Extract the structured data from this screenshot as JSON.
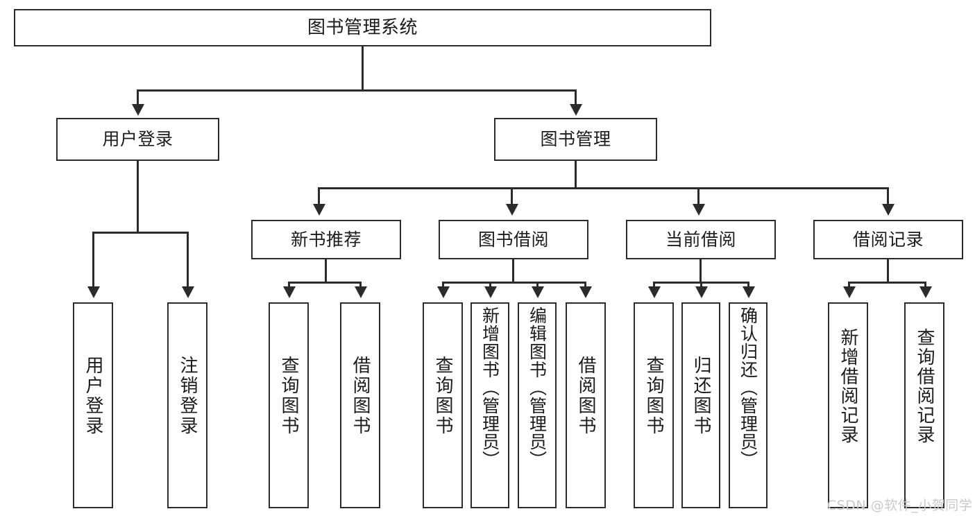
{
  "diagram": {
    "title": "图书管理系统",
    "type": "hierarchy-tree",
    "root": {
      "label": "图书管理系统"
    },
    "level1": [
      {
        "label": "用户登录"
      },
      {
        "label": "图书管理"
      }
    ],
    "level2": [
      {
        "label": "新书推荐"
      },
      {
        "label": "图书借阅"
      },
      {
        "label": "当前借阅"
      },
      {
        "label": "借阅记录"
      }
    ],
    "leaves": {
      "user_login": [
        {
          "label": "用户登录"
        },
        {
          "label": "注销登录"
        }
      ],
      "new_book_recommend": [
        {
          "label": "查询图书"
        },
        {
          "label": "借阅图书"
        }
      ],
      "book_borrow": [
        {
          "label": "查询图书"
        },
        {
          "label": "新增图书（管理员）"
        },
        {
          "label": "编辑图书（管理员）"
        },
        {
          "label": "借阅图书"
        }
      ],
      "current_borrow": [
        {
          "label": "查询图书"
        },
        {
          "label": "归还图书"
        },
        {
          "label": "确认归还（管理员）"
        }
      ],
      "borrow_record": [
        {
          "label": "新增借阅记录"
        },
        {
          "label": "查询借阅记录"
        }
      ]
    }
  },
  "watermark": {
    "text": "CSDN @软件_小贺同学"
  },
  "colors": {
    "stroke": "#2b2b2b",
    "background": "#ffffff",
    "text": "#1b1b1b",
    "watermark": "#c9c9c9"
  }
}
